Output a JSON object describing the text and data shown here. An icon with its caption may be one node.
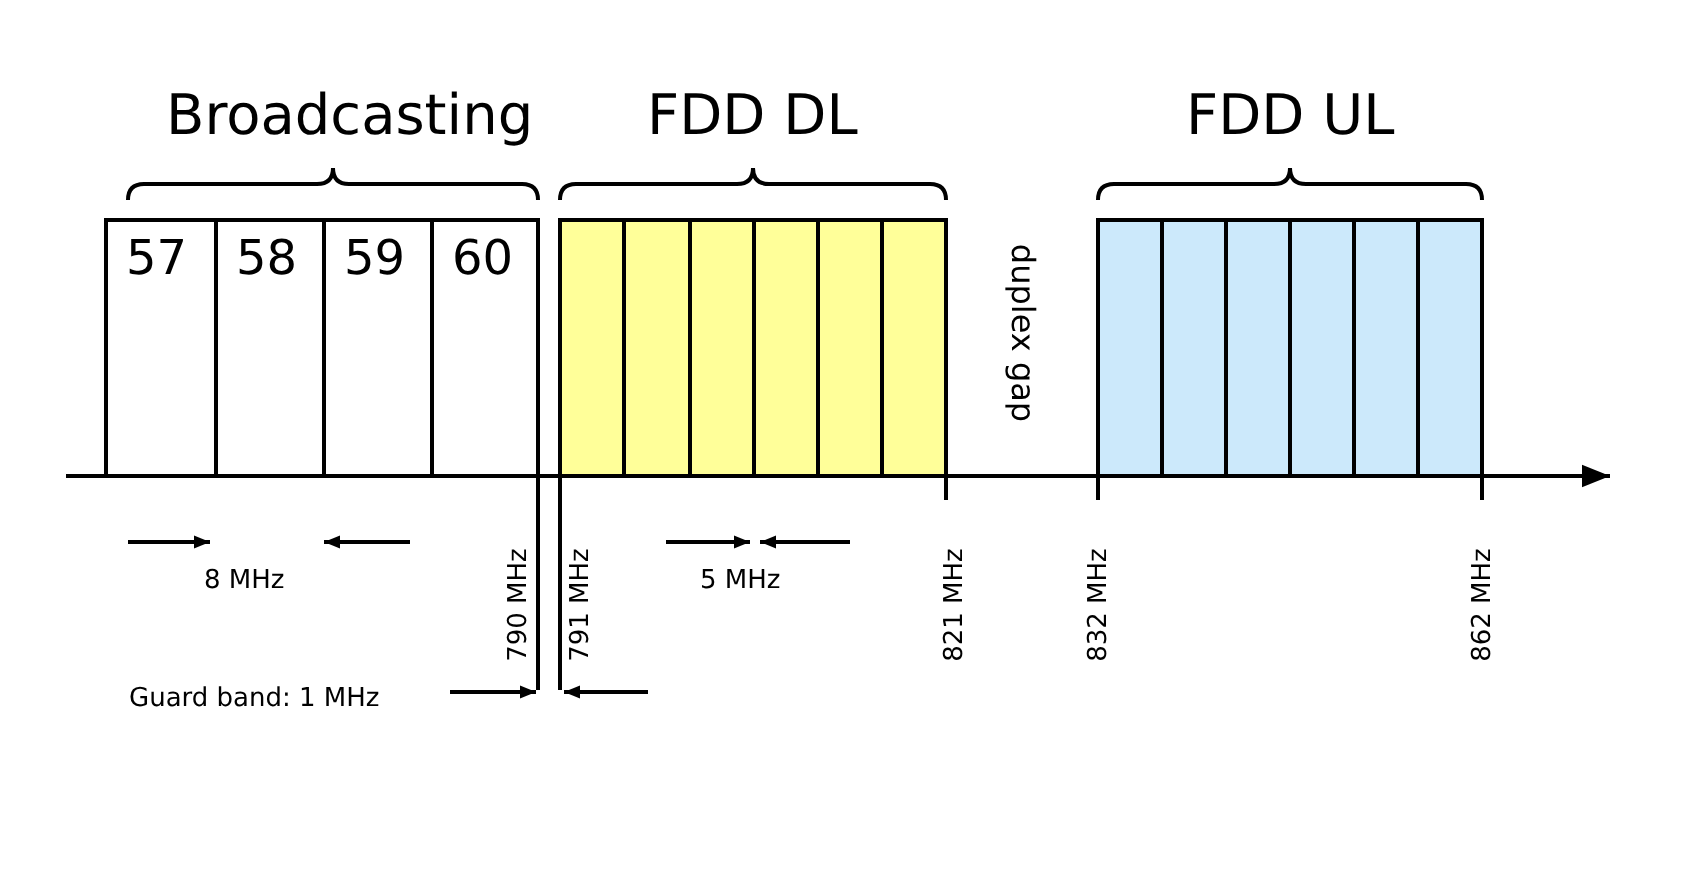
{
  "diagram": {
    "nodes": [
      {
        "text": [
          "57"
        ]
      },
      {
        "text": [
          "58"
        ]
      },
      {
        "text": [
          "59"
        ]
      },
      {
        "text": [
          "60"
        ]
      },
      {
        "text": [],
        "shape": "box"
      },
      {
        "text": [],
        "shape": "box"
      },
      {
        "text": [],
        "shape": "box"
      },
      {
        "text": [],
        "shape": "box"
      },
      {
        "text": [],
        "shape": "box"
      },
      {
        "text": [],
        "shape": "box"
      },
      {
        "text": [],
        "shape": "box"
      },
      {
        "text": [],
        "shape": "box"
      },
      {
        "text": [],
        "shape": "box"
      },
      {
        "text": [],
        "shape": "box"
      },
      {
        "text": [],
        "shape": "box"
      },
      {
        "text": [],
        "shape": "box"
      }
    ],
    "edges": [],
    "labels": [
      "Broadcasting",
      "FDD DL",
      "FDD UL",
      "duplex gap",
      "8 MHz",
      "790 MHz",
      "791 MHz",
      "5 MHz",
      "821 MHz",
      "832 MHz",
      "862 MHz",
      "Guard band: 1 MHz"
    ]
  }
}
